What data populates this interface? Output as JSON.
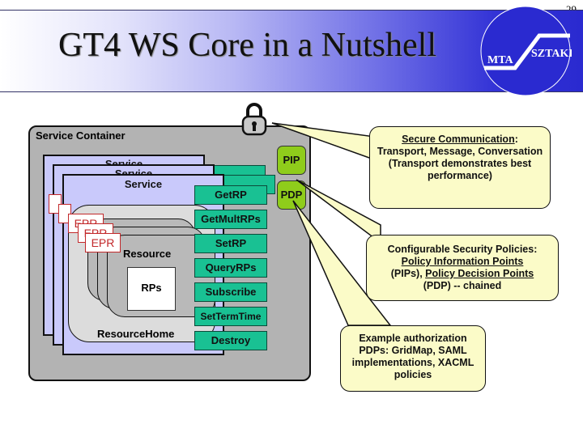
{
  "page_number": "29",
  "title": "GT4 WS Core in a Nutshell",
  "logo": {
    "left_text": "MTA",
    "right_text": "SZTAKI",
    "color": "#2a2ad0"
  },
  "container": {
    "label": "Service Container",
    "service_label": "Service",
    "resource_home_label": "ResourceHome",
    "resource_label": "Resource",
    "epr_label": "EPR",
    "rps_label": "RPs",
    "operations": [
      "GetRP",
      "GetMultRPs",
      "SetRP",
      "QueryRPs",
      "Subscribe",
      "SetTermTime",
      "Destroy"
    ],
    "pip_label": "PIP",
    "pdp_label": "PDP",
    "lock_icon": "lock-icon"
  },
  "callouts": {
    "secure_comm": {
      "heading": "Secure Communication",
      "after_heading": ":",
      "body": "Transport, Message, Conversation (Transport demonstrates best performance)"
    },
    "policies": {
      "line1": "Configurable Security Policies:",
      "pip_term": "Policy Information Points",
      "pip_abbr": "(PIPs), ",
      "pdp_term": "Policy Decision Points",
      "pdp_abbr": "(PDP) -- chained"
    },
    "authz": {
      "text": "Example authorization PDPs: GridMap, SAML implementations, XACML policies"
    }
  },
  "colors": {
    "operation": "#19c193",
    "policy_point": "#8fcc1b",
    "service": "#c9c9fb",
    "callout": "#fbfbc8",
    "epr": "#c2282a"
  }
}
